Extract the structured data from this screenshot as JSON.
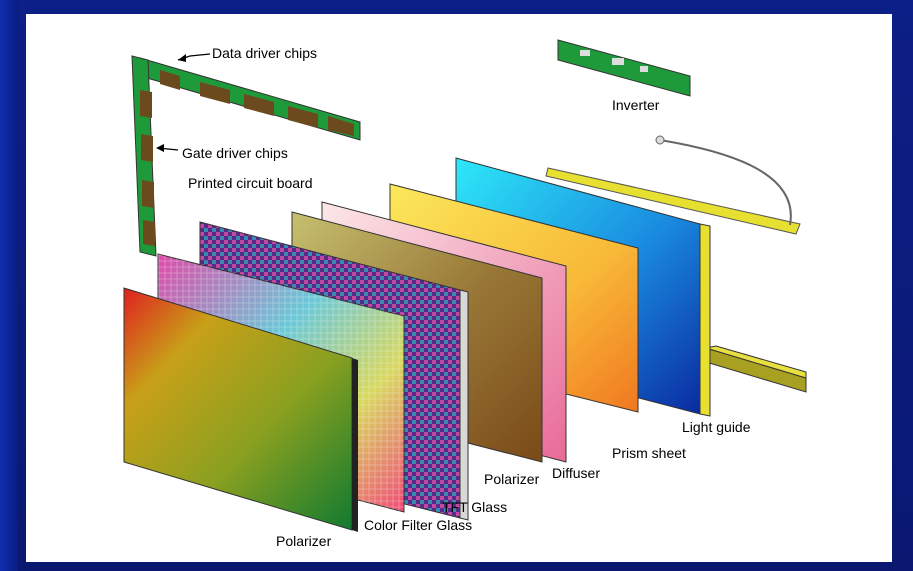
{
  "labels": {
    "data_driver_chips": "Data driver chips",
    "inverter": "Inverter",
    "gate_driver_chips": "Gate driver chips",
    "printed_circuit_board": "Printed circuit board",
    "light_guide": "Light guide",
    "prism_sheet": "Prism sheet",
    "diffuser": "Diffuser",
    "polarizer_back": "Polarizer",
    "tft_glass": "TFT Glass",
    "color_filter_glass": "Color Filter Glass",
    "polarizer_front": "Polarizer"
  },
  "colors": {
    "pcb_green": "#1f9a3a",
    "chip_brown": "#6b4a1e",
    "light_guide": "#20c8ee",
    "prism_sheet": "#f7d030",
    "diffuser": "#f4b8c8",
    "polarizer_back": "#8a6d2a",
    "tft_glass": "#8a3aa0",
    "color_filter": "#7ad0e0",
    "polarizer_front": "#c8b018",
    "lamp_yellow": "#e8e030"
  }
}
